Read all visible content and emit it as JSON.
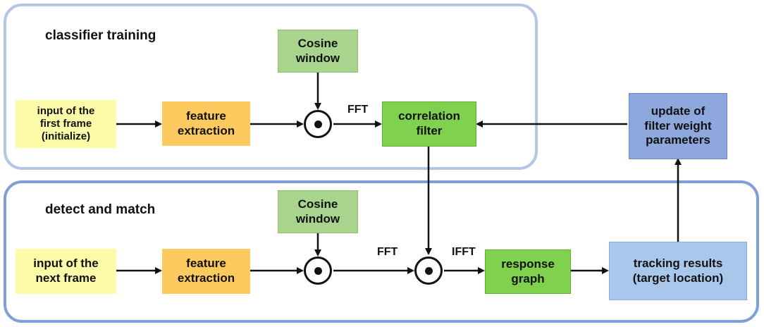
{
  "groups": {
    "training_label": "classifier training",
    "detect_label": "detect and match"
  },
  "nodes": {
    "input_first": "input of the\nfirst frame\n(initialize)",
    "feature_1": "feature\nextraction",
    "cosine_1": "Cosine\nwindow",
    "correlation_filter": "correlation\nfilter",
    "update": "update of\nfilter weight\nparameters",
    "input_next": "input of the\nnext frame",
    "feature_2": "feature\nextraction",
    "cosine_2": "Cosine\nwindow",
    "response": "response\ngraph",
    "tracking": "tracking results\n(target location)"
  },
  "edges": {
    "fft_top": "FFT",
    "fft_bottom": "FFT",
    "ifft": "IFFT"
  },
  "colors": {
    "input": "#fdfaa8",
    "feature": "#fcca5e",
    "cosine": "#a9d48e",
    "filter": "#7fd14e",
    "update": "#8ea7dc",
    "tracking": "#a9c7ea"
  }
}
